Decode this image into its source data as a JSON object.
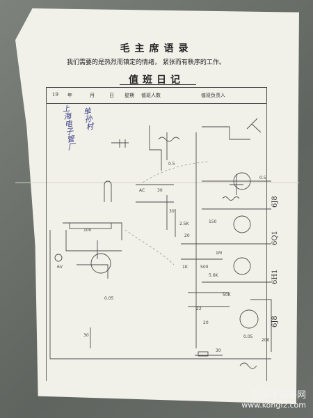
{
  "document": {
    "quote_title": "毛主席语录",
    "quote_text_a": "我们需要的是热烈而镇定的情绪，",
    "quote_text_b": "紧张而有秩序的工作。",
    "log_title": "值班日记",
    "header": {
      "year": "19",
      "year_unit": "年",
      "month": "月",
      "day": "日",
      "weekday": "星期",
      "attendance": "值班人数",
      "person_in_charge": "值班负责人"
    }
  },
  "handwriting": {
    "vertical_note_1": "上海电子管厂",
    "vertical_note_2": "单孙村"
  },
  "component_labels": [
    "0.5",
    "30",
    "AC",
    "100",
    "30",
    "2.5K",
    "150",
    "1M",
    "0.05",
    "30",
    "20",
    "1K",
    "500",
    "5.6K",
    "50K",
    "22",
    "20",
    "0.05",
    "0.5",
    "200",
    "30",
    "6V"
  ],
  "side_labels": [
    "6J8",
    "6Q1",
    "6H1",
    "6J8"
  ],
  "watermark": {
    "line1": "孔夫子旧书网",
    "line2": "www.kongfz.com"
  },
  "colors": {
    "paper": "#f1f0e9",
    "ink": "#222222",
    "pencil": "#555555",
    "handwriting": "#3a3f86"
  }
}
